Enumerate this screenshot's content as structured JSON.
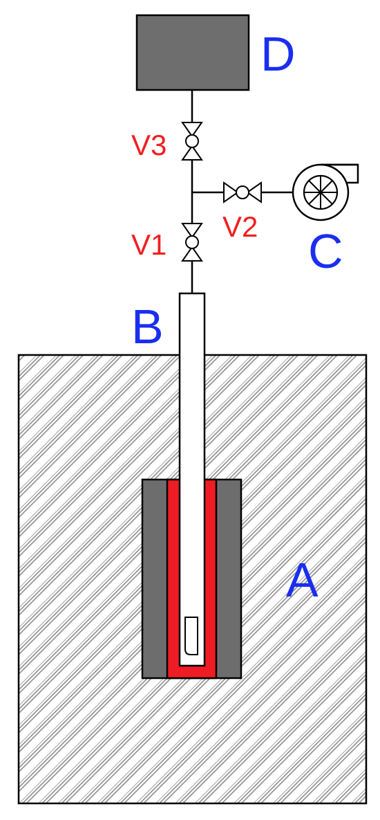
{
  "labels": {
    "a": "A",
    "b": "B",
    "c": "C",
    "d": "D",
    "v1": "V1",
    "v2": "V2",
    "v3": "V3"
  },
  "colors": {
    "label_blue": "#1a2ef0",
    "label_red": "#f02020",
    "heater_red": "#ee1c24",
    "insulation_gray": "#6d6d6d",
    "reservoir_gray": "#6e6e6e",
    "hatch": "#8a8a8a",
    "line": "#000000"
  },
  "icons": {
    "valve": "bowtie-valve-icon",
    "pump": "centrifugal-pump-icon",
    "sample": "sample-capsule-icon"
  }
}
